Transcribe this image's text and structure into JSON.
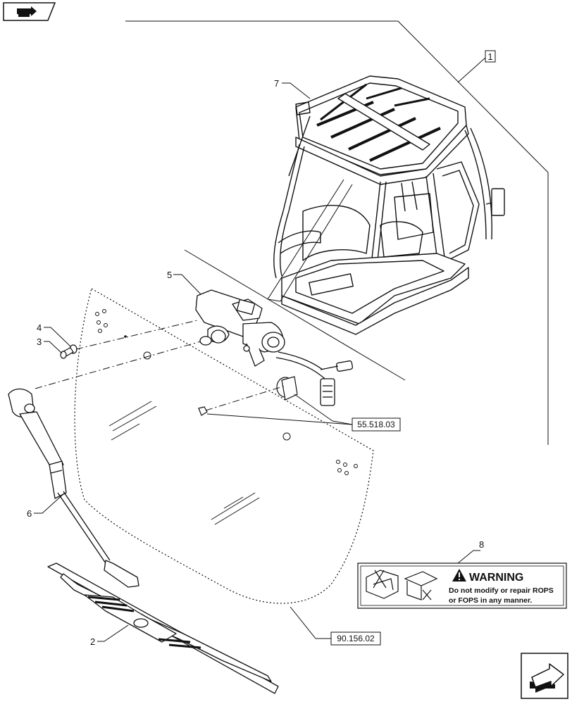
{
  "callouts": {
    "c1": "1",
    "c2": "2",
    "c3": "3",
    "c4": "4",
    "c5": "5",
    "c6": "6",
    "c7": "7",
    "c8": "8"
  },
  "references": {
    "ref_motor": "55.518.03",
    "ref_glass": "90.156.02"
  },
  "warning_decal": {
    "title": "WARNING",
    "line1": "Do not modify or repair ROPS",
    "line2": "or FOPS in any manner."
  },
  "icons": {
    "top_left": "section-tag-icon",
    "bottom_right": "next-page-arrow-icon"
  },
  "colors": {
    "ink": "#111111",
    "paper": "#ffffff"
  }
}
